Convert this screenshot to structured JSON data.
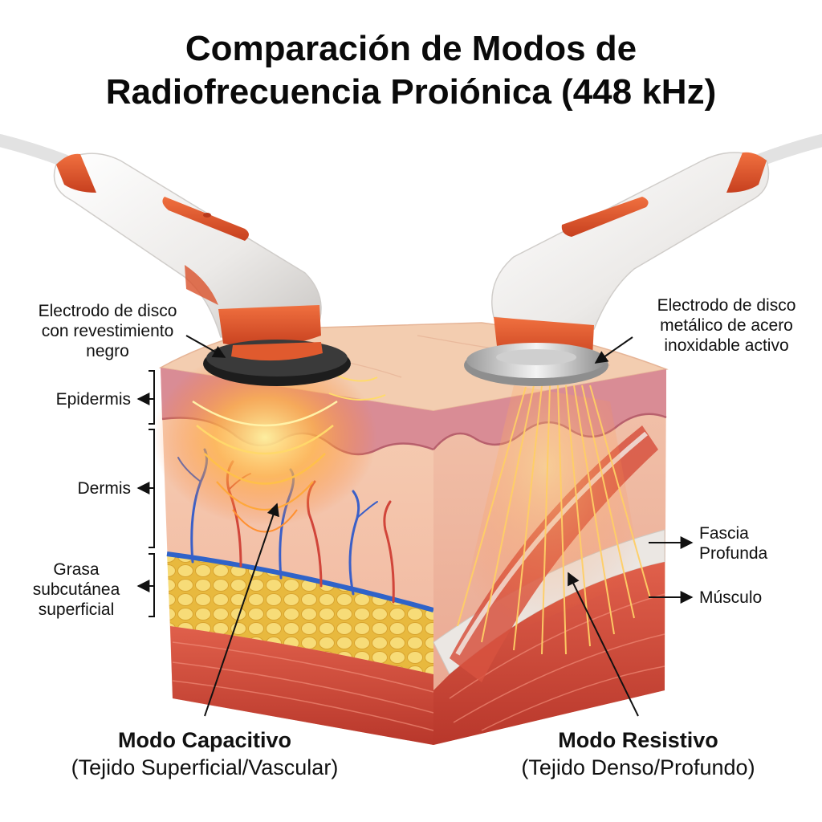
{
  "title": {
    "line1": "Comparación de Modos de",
    "line2": "Radiofrecuencia Proiónica (448 kHz)"
  },
  "labels": {
    "left_electrode": [
      "Electrodo de disco",
      "con revestimiento",
      "negro"
    ],
    "right_electrode": [
      "Electrodo de disco",
      "metálico de acero",
      "inoxidable activo"
    ],
    "epidermis": "Epidermis",
    "dermis": "Dermis",
    "fat": [
      "Grasa",
      "subcutánea",
      "superficial"
    ],
    "fascia": [
      "Fascia",
      "Profunda"
    ],
    "muscle": "Músculo"
  },
  "modes": {
    "capacitive": {
      "name": "Modo Capacitivo",
      "desc": "(Tejido Superficial/Vascular)"
    },
    "resistive": {
      "name": "Modo Resistivo",
      "desc": "(Tejido Denso/Profundo)"
    }
  },
  "colors": {
    "accent_orange": "#e8552b",
    "skin_top": "#f2c9a6",
    "dermis": "#f0b7a4",
    "fat": "#f5d46a",
    "muscle": "#d94a3a",
    "fascia": "#e9e6e2"
  }
}
